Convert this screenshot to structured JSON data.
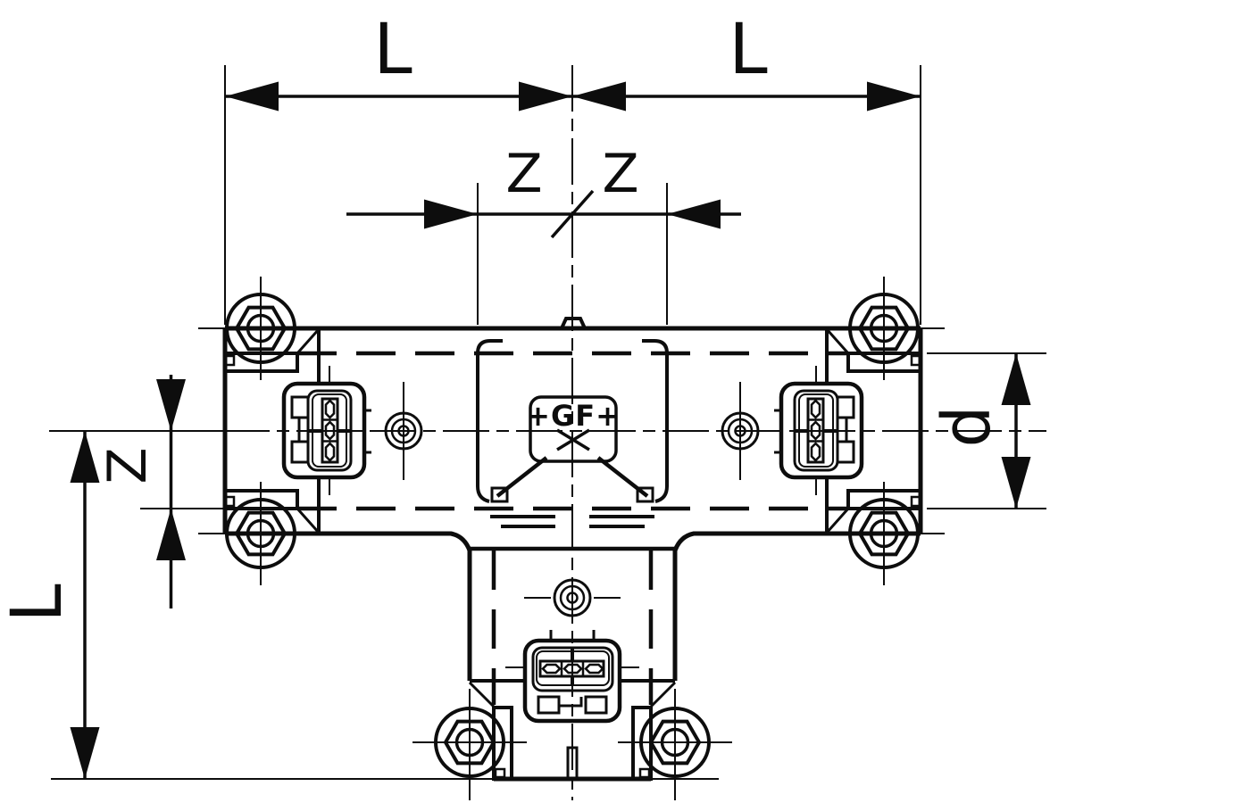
{
  "drawing": {
    "description": "technical dimension drawing of a +GF+ tee press fitting",
    "labels": {
      "length_left": "L",
      "length_right": "L",
      "z_left": "Z",
      "z_right": "Z",
      "z_side": "Z",
      "length_side": "L",
      "diameter": "d",
      "logo": "+GF+"
    },
    "colors": {
      "ink": "#0d0d0d",
      "paper": "#ffffff"
    }
  }
}
